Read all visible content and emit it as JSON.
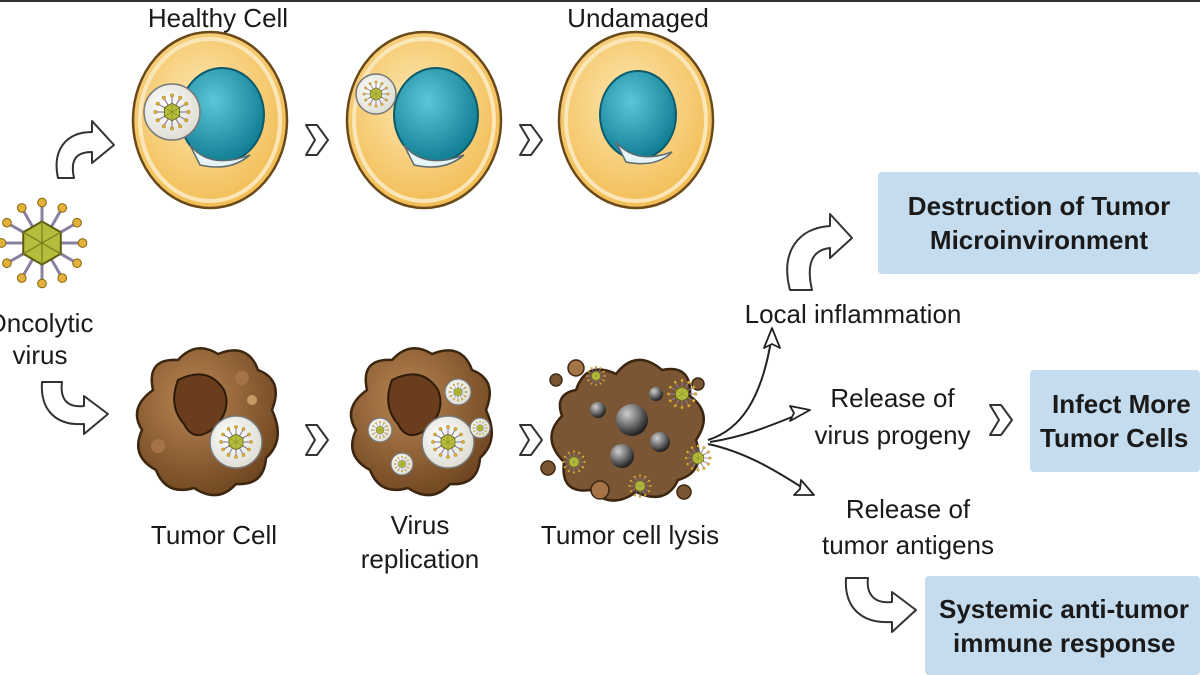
{
  "colors": {
    "healthy_cytoplasm": "#f4c76a",
    "nucleus": "#1d9ab0",
    "tumor_cell": "#8a5a2b",
    "virus": "#b6bd3c",
    "result_box": "#c5dcef"
  },
  "labels": {
    "healthy_cell": "Healthy Cell",
    "undamaged": "Undamaged",
    "oncolytic_virus_line1": "Oncolytic",
    "oncolytic_virus_line2": "virus",
    "tumor_cell": "Tumor Cell",
    "virus_replication_line1": "Virus",
    "virus_replication_line2": "replication",
    "tumor_cell_lysis": "Tumor cell lysis",
    "local_inflammation": "Local inflammation",
    "release_progeny_line1": "Release of",
    "release_progeny_line2": "virus progeny",
    "release_antigens_line1": "Release of",
    "release_antigens_line2": "tumor antigens"
  },
  "outcomes": {
    "destruction_line1": "Destruction of Tumor",
    "destruction_line2": "Microinvironment",
    "infect_line1": "Infect More",
    "infect_line2": "Tumor Cells",
    "systemic_line1": "Systemic anti-tumor",
    "systemic_line2": "immune response"
  }
}
